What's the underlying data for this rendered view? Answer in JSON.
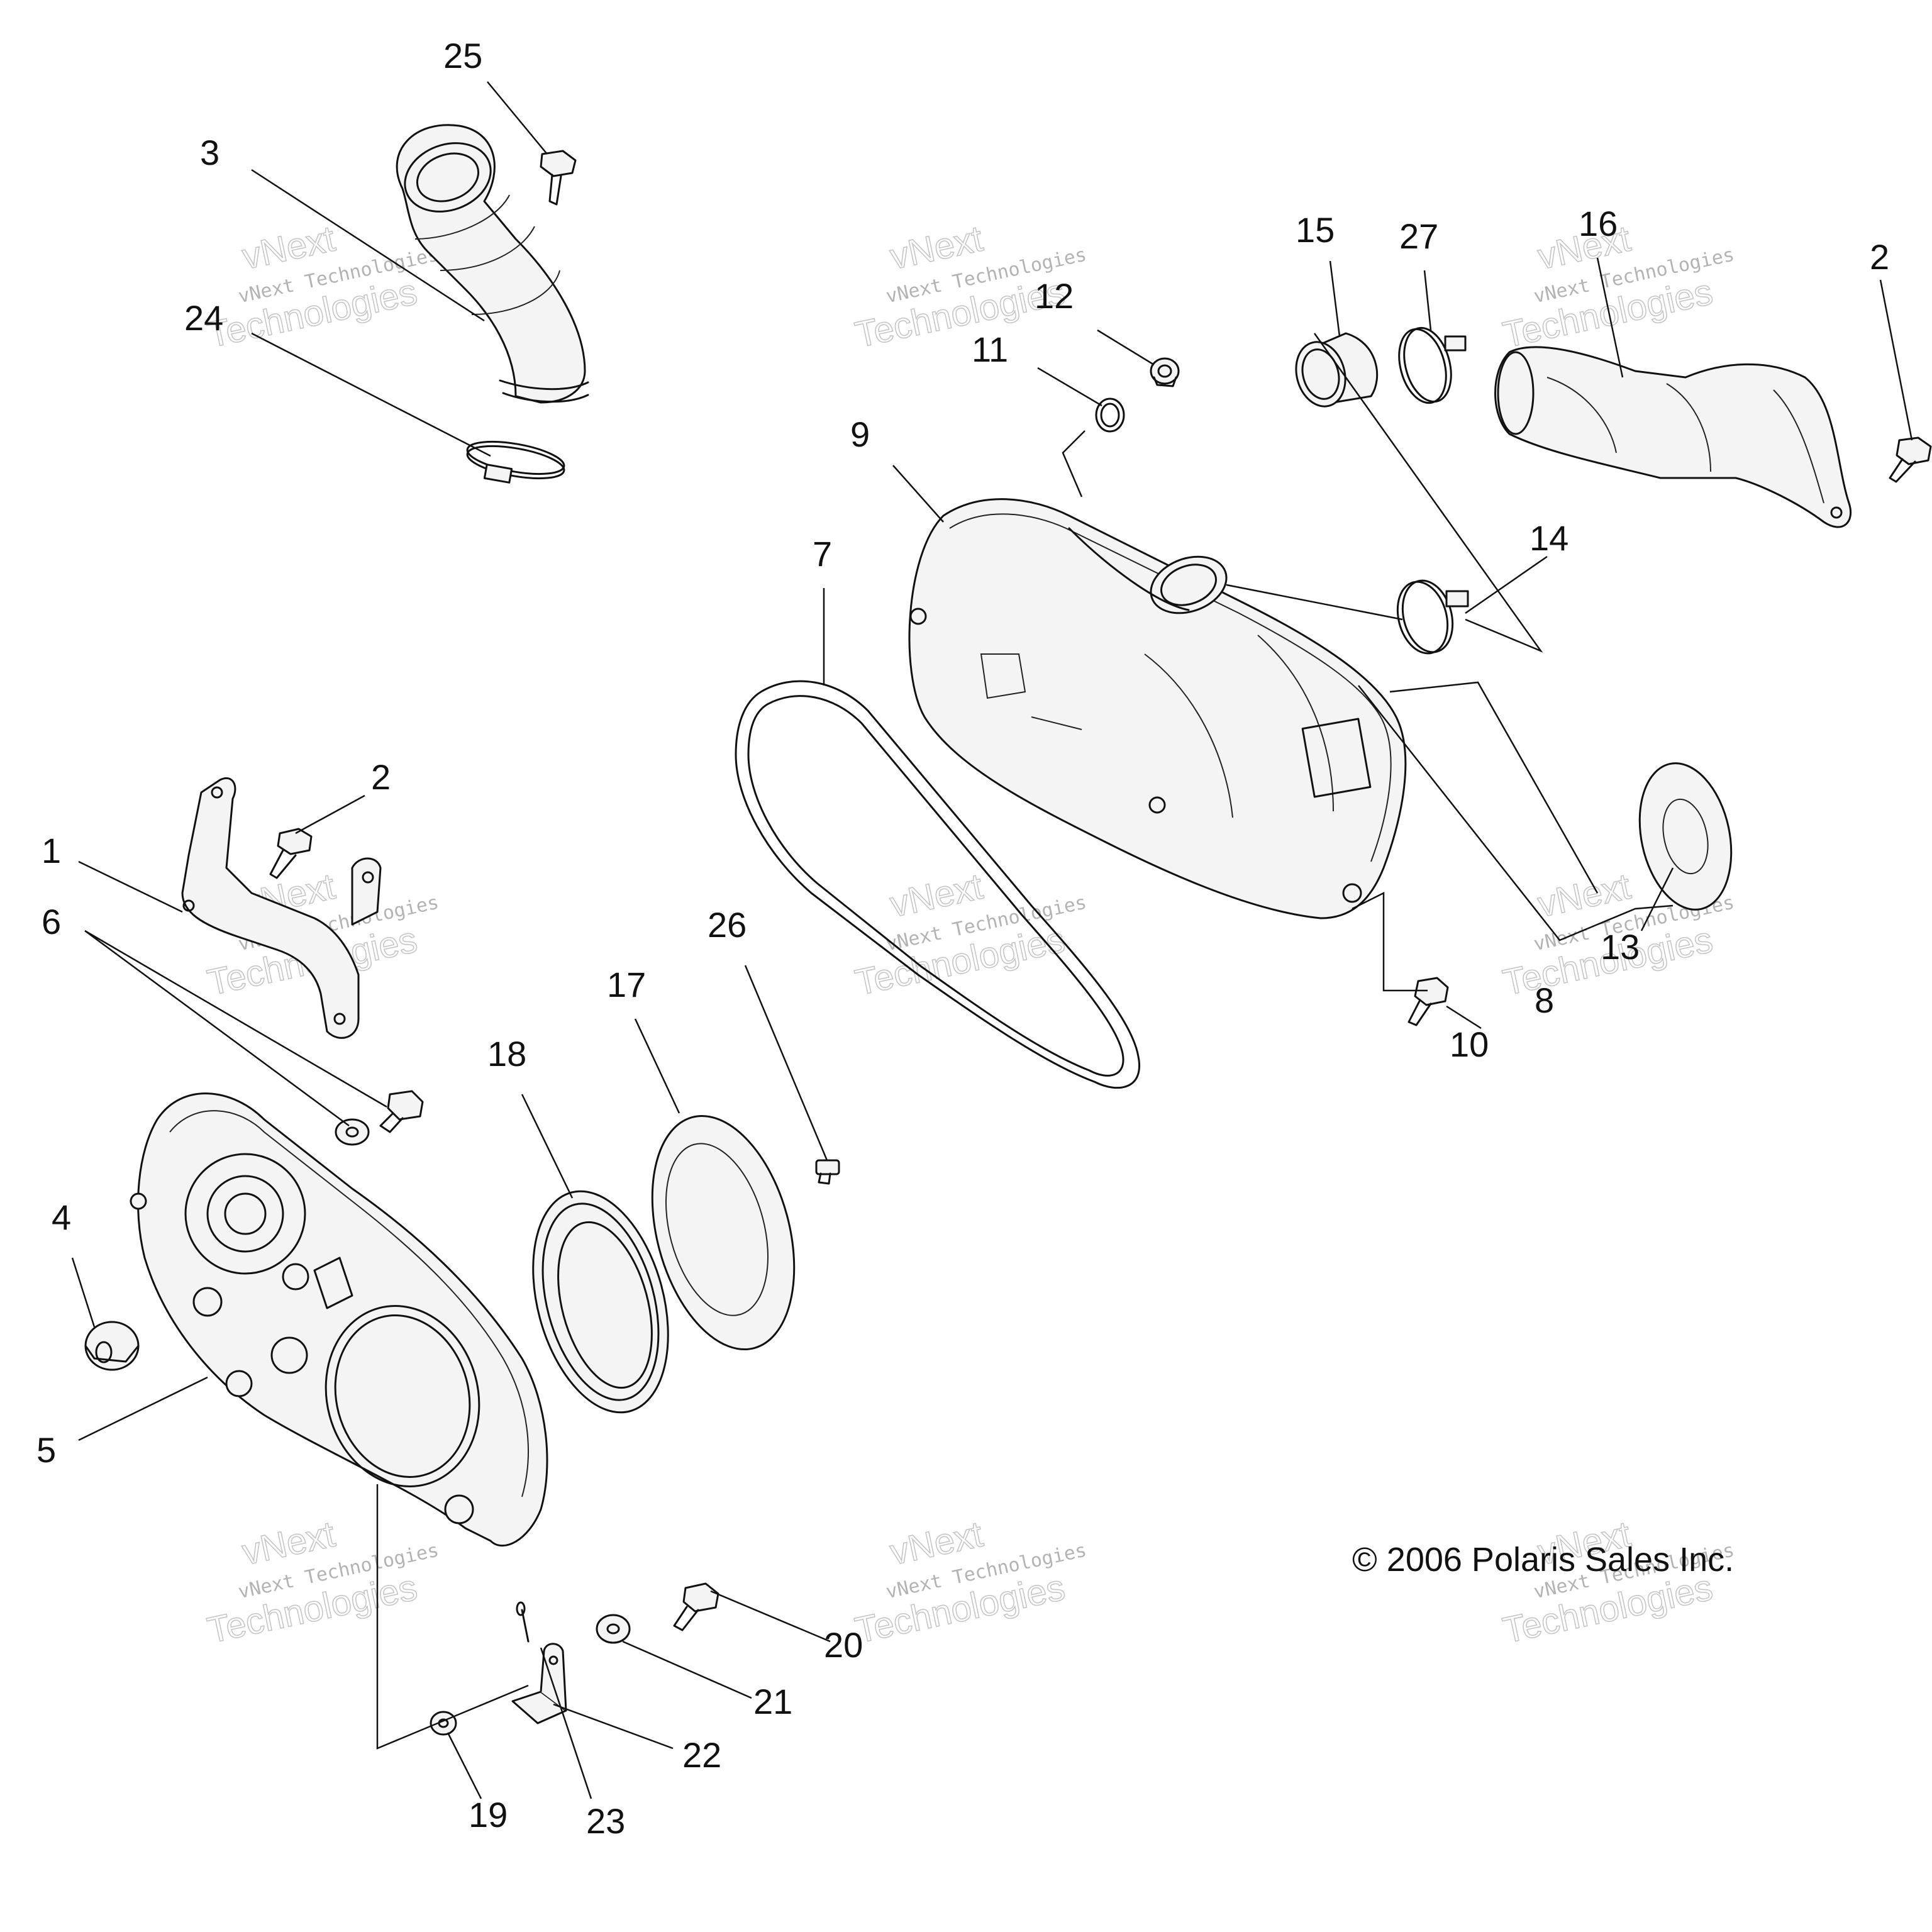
{
  "callouts": {
    "c1": "1",
    "c2a": "2",
    "c2b": "2",
    "c3": "3",
    "c4": "4",
    "c5": "5",
    "c6": "6",
    "c7": "7",
    "c8": "8",
    "c9": "9",
    "c10": "10",
    "c11": "11",
    "c12": "12",
    "c13": "13",
    "c14": "14",
    "c15": "15",
    "c16": "16",
    "c17": "17",
    "c18": "18",
    "c19": "19",
    "c20": "20",
    "c21": "21",
    "c22": "22",
    "c23": "23",
    "c24": "24",
    "c25": "25",
    "c26": "26",
    "c27": "27"
  },
  "copyright": "© 2006 Polaris Sales Inc.",
  "watermark": {
    "line1": "vNext Technologies",
    "line2": "vNext",
    "line3": "Technologies"
  }
}
